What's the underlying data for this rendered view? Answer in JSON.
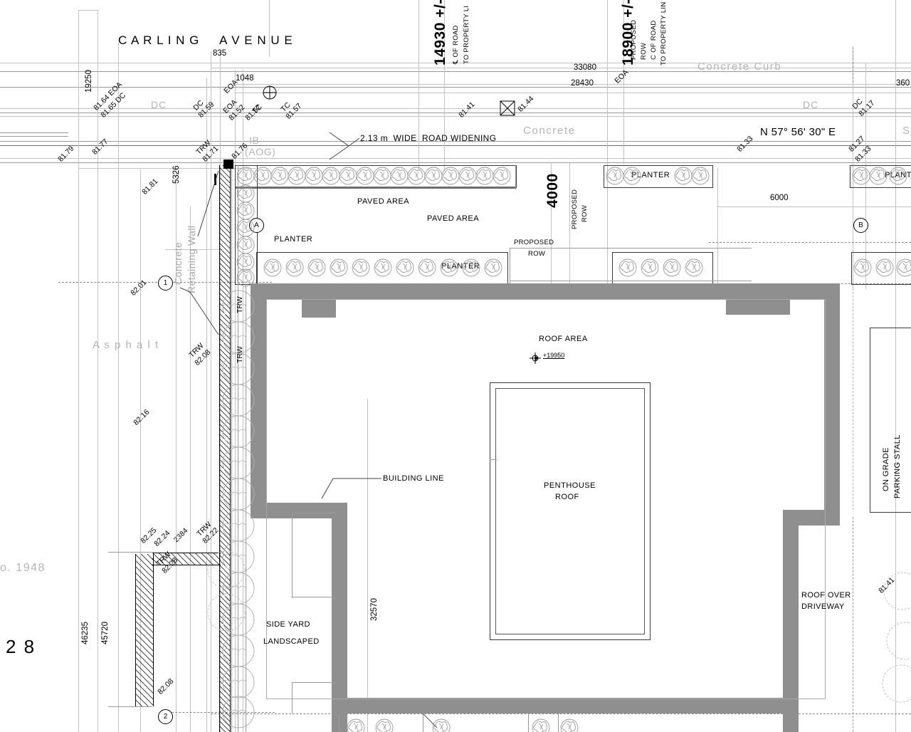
{
  "sheet": {
    "street_name": "C A R L I N G     A V E N U E",
    "left_margin_number": "2 8",
    "left_margin_note": "o. 1948"
  },
  "surface_labels": {
    "concrete_curb": "Concrete Curb",
    "concrete": "Concrete",
    "asphalt": "A s p h a l t",
    "dc_1": "DC",
    "dc_2": "DC",
    "dc_3": "DC",
    "dc_4": "DC",
    "ib_aog_line1": "IB",
    "ib_aog_line2": "(AOG)",
    "s_right": "S"
  },
  "dimensions": {
    "d_19250": "19250",
    "d_835": "835",
    "d_1048": "1048",
    "d_14930": "14930 +/-",
    "d_18900": "18900 +/-",
    "d_33080": "33080",
    "d_28430": "28430",
    "d_3602x": "360",
    "d_6000": "6000",
    "d_4000": "4000",
    "d_5326": "5326",
    "d_32570": "32570",
    "d_46235": "46235",
    "d_45720": "45720",
    "d_2384": "2384"
  },
  "bearings": {
    "north_line": "N 57° 56' 30\" E"
  },
  "notes": {
    "road_widening": "2.13 m  WIDE  ROAD WIDENING",
    "proposed_row_center_1": "℄ OF ROAD",
    "proposed_row_center_2": "TO PROPERTY LI",
    "proposed_row_r1": "PROPOSED",
    "proposed_row_r2": "ROW",
    "proposed_row_r3": "C OF ROAD",
    "proposed_row_r4": "TO PROPERTY LIN",
    "proposed_row_vert_1": "PROPOSED",
    "proposed_row_vert_2": "ROW",
    "proposed_row_horiz_1": "PROPOSED",
    "proposed_row_horiz_2": "ROW",
    "retaining_wall_1": "Concrete",
    "retaining_wall_2": "Retaining Wall",
    "building_line": "BUILDING LINE",
    "side_yard_1": "SIDE YARD",
    "side_yard_2": "LANDSCAPED",
    "on_grade_1": "ON GRADE",
    "on_grade_2": "PARKING STALL",
    "roof_over_1": "ROOF OVER",
    "roof_over_2": "DRIVEWAY"
  },
  "area_labels": {
    "paved_area_1": "PAVED AREA",
    "paved_area_2": "PAVED AREA",
    "planter_1": "PLANTER",
    "planter_2": "PLANTER",
    "planter_3": "PLANTER",
    "planter_4": "PLANT",
    "roof_area": "ROOF AREA",
    "roof_elev": "+19950",
    "penthouse_1": "PENTHOUSE",
    "penthouse_2": "ROOF"
  },
  "grid_markers": {
    "m_A": "A",
    "m_B": "B",
    "m_1": "1",
    "m_2": "2"
  },
  "spot_elevations": [
    {
      "id": "e1",
      "value": "81.79"
    },
    {
      "id": "e2",
      "value": "81.77"
    },
    {
      "id": "e3",
      "value": "81.64 EOA"
    },
    {
      "id": "e4",
      "value": "81.65 DC"
    },
    {
      "id": "e5",
      "value": "DC"
    },
    {
      "id": "e6",
      "value": "81.59"
    },
    {
      "id": "e7",
      "value": "EOA"
    },
    {
      "id": "e8",
      "value": "81.52"
    },
    {
      "id": "e9",
      "value": "81.57"
    },
    {
      "id": "e10",
      "value": "TC"
    },
    {
      "id": "e11",
      "value": "TC"
    },
    {
      "id": "e12",
      "value": "81.57"
    },
    {
      "id": "e13",
      "value": "TRW"
    },
    {
      "id": "e14",
      "value": "81.71"
    },
    {
      "id": "e15",
      "value": "81.76"
    },
    {
      "id": "e16",
      "value": "81.81"
    },
    {
      "id": "e17",
      "value": "82.01"
    },
    {
      "id": "e18",
      "value": "TRW"
    },
    {
      "id": "e19",
      "value": "82.08"
    },
    {
      "id": "e20",
      "value": "82.16"
    },
    {
      "id": "e21",
      "value": "82.25"
    },
    {
      "id": "e22",
      "value": "82.24"
    },
    {
      "id": "e23",
      "value": "TRW"
    },
    {
      "id": "e24",
      "value": "82.22"
    },
    {
      "id": "e25",
      "value": "TRW"
    },
    {
      "id": "e26",
      "value": "82.28"
    },
    {
      "id": "e27",
      "value": "82.08"
    },
    {
      "id": "e28",
      "value": "81.41"
    },
    {
      "id": "e29",
      "value": "81.44"
    },
    {
      "id": "e30",
      "value": "81.33"
    },
    {
      "id": "e31",
      "value": "81.27"
    },
    {
      "id": "e32",
      "value": "DC"
    },
    {
      "id": "e33",
      "value": "81.17"
    },
    {
      "id": "e34",
      "value": "81.33"
    },
    {
      "id": "e35",
      "value": "81.41"
    },
    {
      "id": "e36",
      "value": "TRW"
    },
    {
      "id": "e37",
      "value": "TRW"
    },
    {
      "id": "e38",
      "value": "EOA"
    },
    {
      "id": "e39",
      "value": "EOA"
    }
  ]
}
